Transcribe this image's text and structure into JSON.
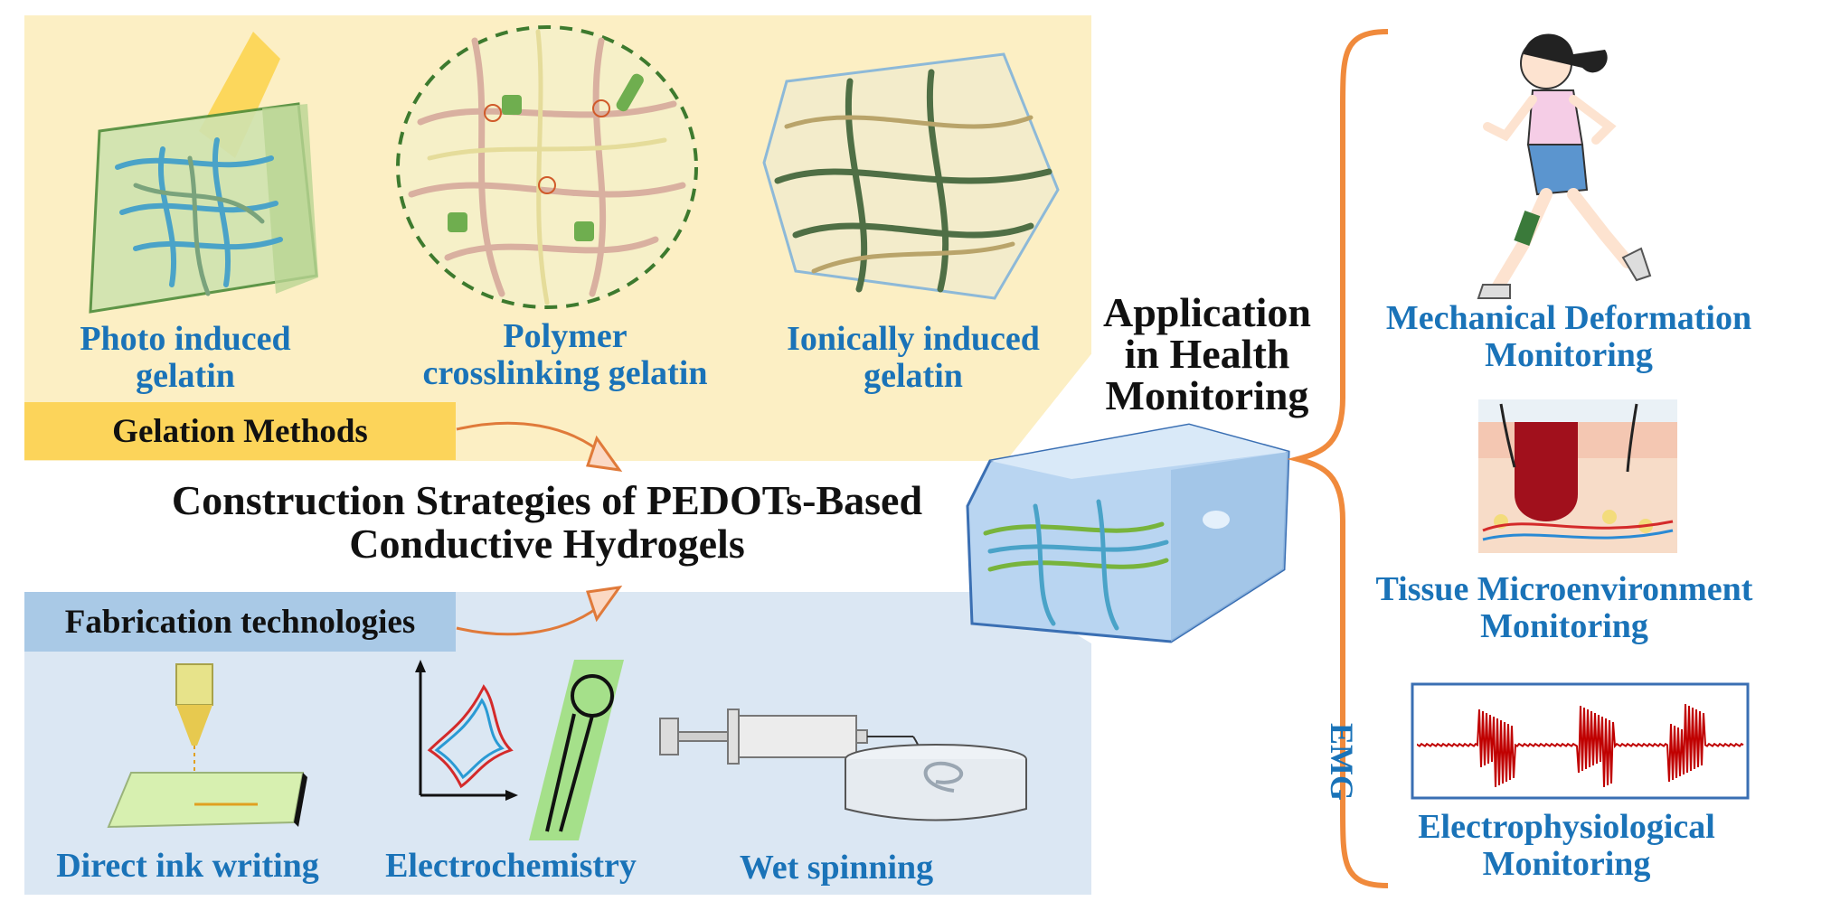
{
  "gelation": {
    "label": "Gelation Methods",
    "methods": [
      {
        "label": "Photo induced\ngelatin"
      },
      {
        "label": "Polymer\ncrosslinking gelatin"
      },
      {
        "label": "Ionically induced\ngelatin"
      }
    ]
  },
  "fabrication": {
    "label": "Fabrication technologies",
    "methods": [
      {
        "label": "Direct ink writing"
      },
      {
        "label": "Electrochemistry"
      },
      {
        "label": "Wet spinning"
      }
    ]
  },
  "central_title": "Construction Strategies of PEDOTs-Based\nConductive Hydrogels",
  "application": {
    "title": "Application\nin Health\nMonitoring",
    "items": [
      {
        "label": "Mechanical Deformation\nMonitoring"
      },
      {
        "label": "Tissue Microenvironment\nMonitoring"
      },
      {
        "label": "Electrophysiological\nMonitoring"
      }
    ],
    "emg_label": "EMG"
  },
  "colors": {
    "gelation_panel": "#fcefc4",
    "gelation_label": "#fcd45a",
    "fabrication_panel": "#dbe7f3",
    "fabrication_label": "#a9c9e6",
    "caption_blue": "#1a73b8",
    "brace_orange": "#f08a3c",
    "emg_signal": "#c00000"
  }
}
